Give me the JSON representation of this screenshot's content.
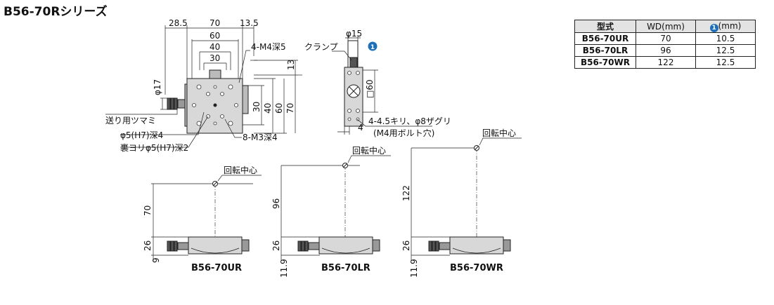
{
  "title": "B56-70Rシリーズ",
  "colors": {
    "accent": "#1d6fb8",
    "line": "#222222",
    "fill": "#d8d8d8"
  },
  "table": {
    "headers": [
      "型式",
      "WD(mm)",
      "(mm)"
    ],
    "header_badge": "1",
    "rows": [
      [
        "B56-70UR",
        "70",
        "10.5"
      ],
      [
        "B56-70LR",
        "96",
        "12.5"
      ],
      [
        "B56-70WR",
        "122",
        "12.5"
      ]
    ]
  },
  "top_view": {
    "dims_top": [
      "28.5",
      "70",
      "13.5",
      "60",
      "40",
      "30"
    ],
    "dims_right": [
      "13",
      "30",
      "40",
      "60",
      "70"
    ],
    "dim_left": "φ17",
    "labels": {
      "tap_top": "4-M4深5",
      "knob": "送り用ツマミ",
      "pin": "φ5(H7)深4",
      "pin_back": "裏ヨリφ5(H7)深2",
      "tap_bottom": "8-M3深4"
    }
  },
  "side_view": {
    "clamp": "クランプ",
    "dia": "φ15",
    "badge": "1",
    "square": "□60",
    "dim_bottom": "4",
    "holes": "4-4.5キリ、φ8ザグリ",
    "holes_note": "(M4用ボルト穴)"
  },
  "front_views": [
    {
      "model": "B56-70UR",
      "wd": "70",
      "height": "26",
      "bottom": "9",
      "center": "回転中心"
    },
    {
      "model": "B56-70LR",
      "wd": "96",
      "height": "26",
      "bottom": "11.9",
      "center": "回転中心"
    },
    {
      "model": "B56-70WR",
      "wd": "122",
      "height": "26",
      "bottom": "11.9",
      "center": "回転中心"
    }
  ]
}
